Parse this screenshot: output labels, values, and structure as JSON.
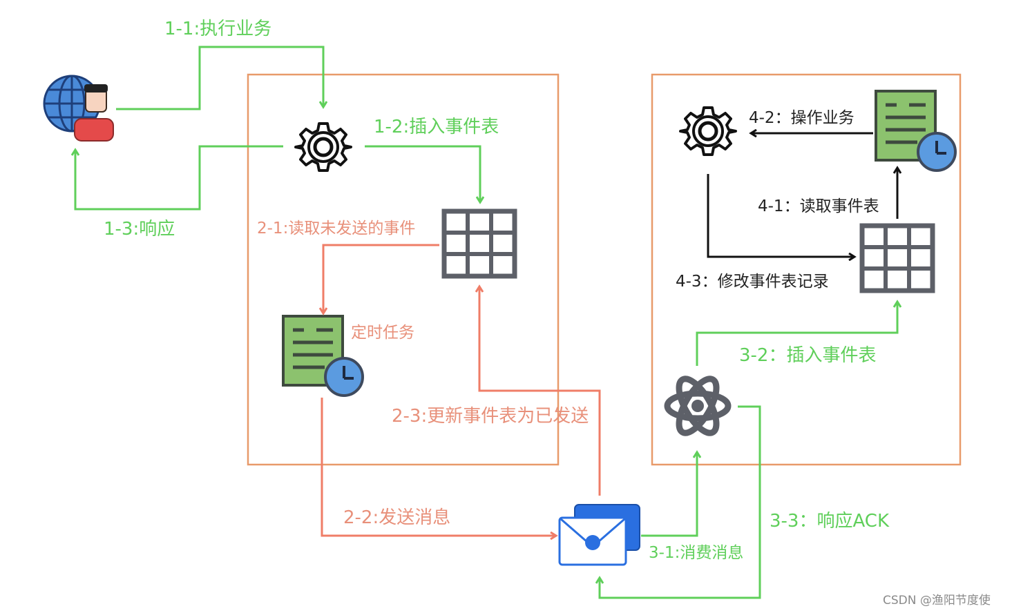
{
  "labels": {
    "l11": "1-1:执行业务",
    "l12": "1-2:插入事件表",
    "l13": "1-3:响应",
    "l21": "2-1:读取未发送的事件",
    "l_timer": "定时任务",
    "l23": "2-3:更新事件表为已发送",
    "l22": "2-2:发送消息",
    "l31": "3-1:消费消息",
    "l32": "3-2：插入事件表",
    "l33": "3-3：响应ACK",
    "l41": "4-1：读取事件表",
    "l42": "4-2：操作业务",
    "l43": "4-3：修改事件表记录"
  },
  "watermark": "CSDN @渔阳节度使",
  "colors": {
    "green": "#5fcf5a",
    "salmon": "#ef7d67",
    "box": "#e89a6a",
    "doc_green": "#8cc26e",
    "clock_blue": "#5b9be0",
    "mail_blue": "#2a6fe0"
  },
  "icons": [
    "user-globe-icon",
    "gear-icon",
    "table-grid-icon",
    "scheduled-doc-icon",
    "envelope-icon",
    "atom-icon"
  ]
}
